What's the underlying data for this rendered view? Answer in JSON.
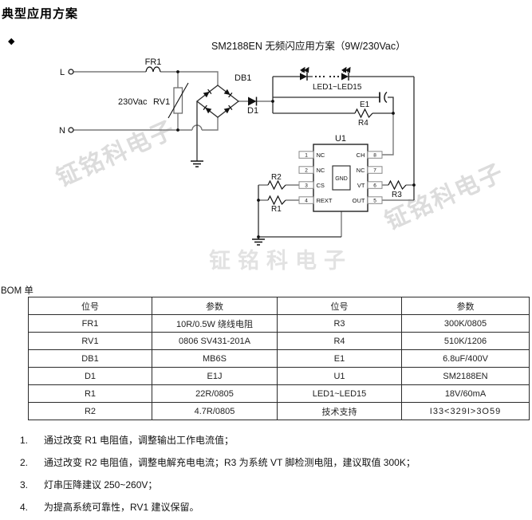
{
  "page": {
    "title": "典型应用方案",
    "bullet": "◆"
  },
  "figure": {
    "caption": "SM2188EN 无频闪应用方案（9W/230Vac）",
    "watermark": "钲铭科电子",
    "labels": {
      "l_terminal": "L",
      "n_terminal": "N",
      "vac": "230Vac",
      "fr1": "FR1",
      "rv1": "RV1",
      "db1": "DB1",
      "d1": "D1",
      "led_string": "LED1~LED15",
      "e1": "E1",
      "r4": "R4",
      "r2": "R2",
      "r1": "R1",
      "r3": "R3",
      "u1": "U1"
    },
    "chip": {
      "pad": "GND",
      "pins_left": [
        {
          "num": "1",
          "name": "NC"
        },
        {
          "num": "2",
          "name": "NC"
        },
        {
          "num": "3",
          "name": "CS"
        },
        {
          "num": "4",
          "name": "REXT"
        }
      ],
      "pins_right": [
        {
          "num": "8",
          "name": "CH"
        },
        {
          "num": "7",
          "name": "NC"
        },
        {
          "num": "6",
          "name": "VT"
        },
        {
          "num": "5",
          "name": "OUT"
        }
      ]
    }
  },
  "bom": {
    "label": "BOM 单",
    "headers": [
      "位号",
      "参数",
      "位号",
      "参数"
    ],
    "rows": [
      [
        "FR1",
        "10R/0.5W  绕线电阻",
        "R3",
        "300K/0805"
      ],
      [
        "RV1",
        "0806 SV431-201A",
        "R4",
        "510K/1206"
      ],
      [
        "DB1",
        "MB6S",
        "E1",
        "6.8uF/400V"
      ],
      [
        "D1",
        "E1J",
        "U1",
        "SM2188EN"
      ],
      [
        "R1",
        "22R/0805",
        "LED1~LED15",
        "18V/60mA"
      ],
      [
        "R2",
        "4.7R/0805",
        "技术支持",
        "I33<329I>3O59"
      ]
    ]
  },
  "notes": [
    {
      "num": "1.",
      "text": "通过改变 R1 电阻值，调整输出工作电流值；"
    },
    {
      "num": "2.",
      "text": "通过改变 R2 电阻值，调整电解充电电流；R3 为系统 VT 脚检测电阻，建议取值 300K；"
    },
    {
      "num": "3.",
      "text": "灯串压降建议 250~260V；"
    },
    {
      "num": "4.",
      "text": "为提高系统可靠性，RV1 建议保留。"
    }
  ],
  "colors": {
    "wire_gray": "#7a7a7a",
    "line_black": "#2e2e2e",
    "watermark": "#dcdcdc",
    "text": "#111111"
  }
}
